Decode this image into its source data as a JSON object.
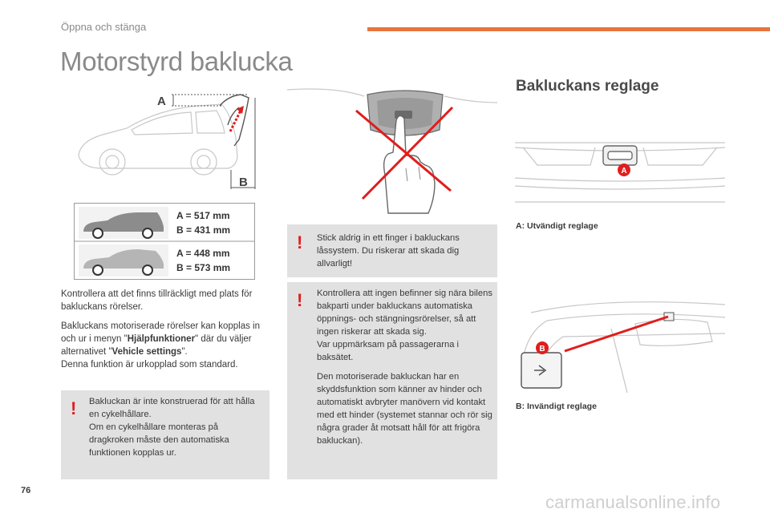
{
  "header": {
    "section_title": "Öppna och stänga",
    "page_title": "Motorstyrd baklucka",
    "accent_color": "#e8743e"
  },
  "dimensions": [
    {
      "a_label": "A = 517 mm",
      "b_label": "B = 431 mm"
    },
    {
      "a_label": "A = 448 mm",
      "b_label": "B = 573 mm"
    }
  ],
  "diagram_labels": {
    "a": "A",
    "b": "B"
  },
  "left_column": {
    "paragraph_1": "Kontrollera att det finns tillräckligt med plats för bakluckans rörelser.",
    "paragraph_2_lines": {
      "before_bold_1": "Bakluckans motoriserade rörelser kan kopplas in och ur i menyn \"",
      "bold_1": "Hjälpfunktioner",
      "between": "\" där du väljer alternativet \"",
      "bold_2": "Vehicle settings",
      "after": "\"."
    },
    "paragraph_3": "Denna funktion är urkopplad som standard."
  },
  "warnings": {
    "mark": "!",
    "bottom_left": [
      "Bakluckan är inte konstruerad för att hålla en cykelhållare.",
      "Om en cykelhållare monteras på dragkroken måste den automatiska funktionen kopplas ur."
    ],
    "middle_top": "Stick aldrig in ett finger i bakluckans låssystem. Du riskerar att skada dig allvarligt!",
    "middle_bottom": [
      "Kontrollera att ingen befinner sig nära bilens bakparti under bakluckans automatiska öppnings- och stängningsrörelser, så att ingen riskerar att skada sig.",
      "Var uppmärksam på passagerarna i baksätet.",
      "Den motoriserade bakluckan har en skyddsfunktion som känner av hinder och automatiskt avbryter manövern vid kontakt med ett hinder (systemet stannar och rör sig några grader åt motsatt håll för att frigöra bakluckan)."
    ]
  },
  "right_column": {
    "heading": "Bakluckans reglage",
    "caption_a": "A: Utvändigt reglage",
    "caption_b": "B: Invändigt reglage",
    "badge_a": "A",
    "badge_b": "B",
    "badge_color": "#e01d1d"
  },
  "footer": {
    "page_number": "76",
    "watermark": "carmanualsonline.info"
  }
}
